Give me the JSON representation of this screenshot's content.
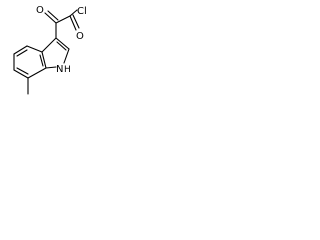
{
  "molecule": {
    "atoms": {
      "carbonyl_oxygen": "O",
      "chlorine": "Cl",
      "ester_oxygen": "O",
      "nitrogen": "N",
      "nitrogen_hydrogen": "H"
    }
  }
}
